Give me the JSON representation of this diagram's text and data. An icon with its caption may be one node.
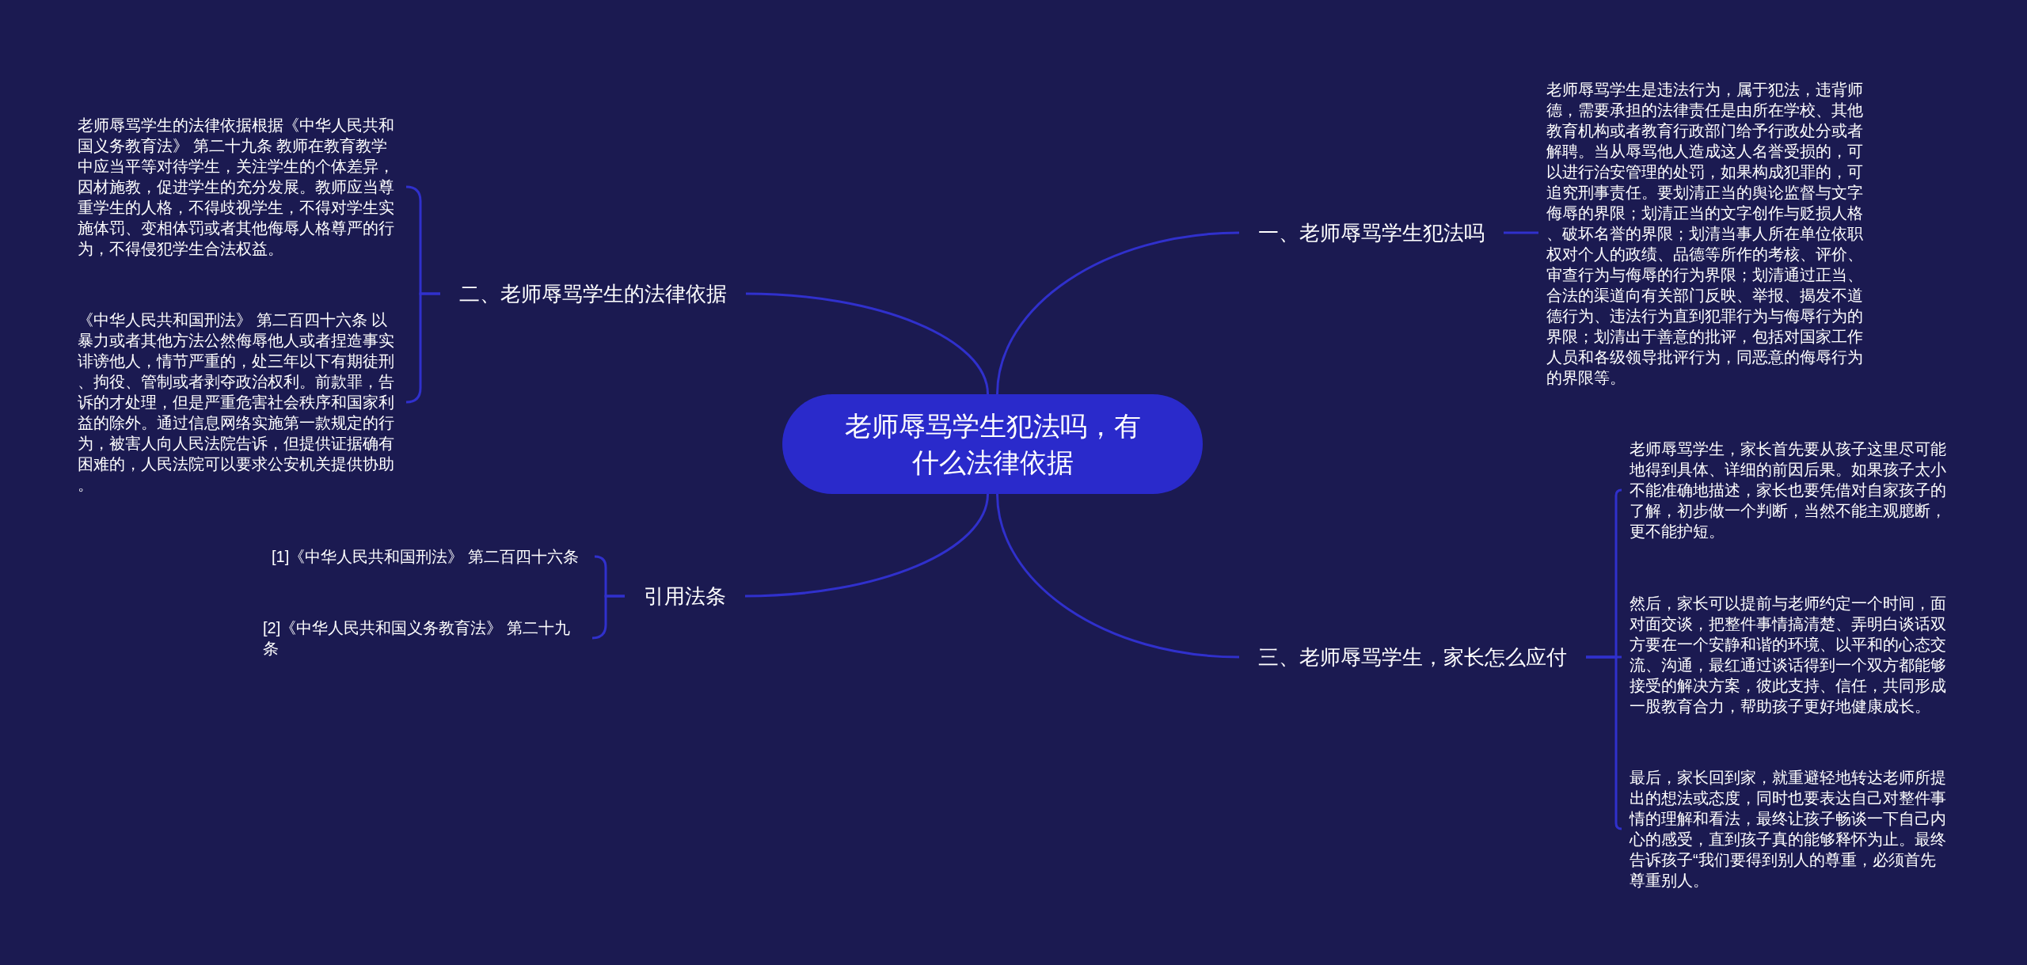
{
  "diagram": {
    "nodes": [
      {
        "text": [
          "老师辱骂学生犯法吗，有什么法律依据"
        ]
      },
      {
        "text": [
          "一、老师辱骂学生犯法吗"
        ]
      },
      {
        "text": [
          "老师辱骂学生是违法行为，属于犯法，违背师德，需要承担的法律责任是由所在学校、其他教育机构或者教育行政部门给予行政处分或者解聘。当从辱骂他人造成这人名誉受损的，可以进行治安管理的处罚，如果构成犯罪的，可追究刑事责任。要划清正当的舆论监督与文字侮辱的界限；划清正当的文字创作与贬损人格、破坏名誉的界限；划清当事人所在单位依职权对个人的政绩、品德等所作的考核、评价、审查行为与侮辱的行为界限；划清通过正当、合法的渠道向有关部门反映、举报、揭发不道德行为、违法行为直到犯罪行为与侮辱行为的界限；划清出于善意的批评，包括对国家工作人员和各级领导批评行为，同恶意的侮辱行为的界限等。"
        ]
      },
      {
        "text": [
          "二、老师辱骂学生的法律依据"
        ]
      },
      {
        "text": [
          "老师辱骂学生的法律依据根据《中华人民共和国义务教育法》 第二十九条 教师在教育教学中应当平等对待学生，关注学生的个体差异，因材施教，促进学生的充分发展。教师应当尊重学生的人格，不得歧视学生，不得对学生实施体罚、变相体罚或者其他侮辱人格尊严的行为，不得侵犯学生合法权益。"
        ]
      },
      {
        "text": [
          "《中华人民共和国刑法》 第二百四十六条 以暴力或者其他方法公然侮辱他人或者捏造事实诽谤他人，情节严重的，处三年以下有期徒刑、拘役、管制或者剥夺政治权利。前款罪，告诉的才处理，但是严重危害社会秩序和国家利益的除外。通过信息网络实施第一款规定的行为，被害人向人民法院告诉，但提供证据确有困难的，人民法院可以要求公安机关提供协助。"
        ]
      },
      {
        "text": [
          "三、老师辱骂学生，家长怎么应付"
        ]
      },
      {
        "text": [
          "老师辱骂学生，家长首先要从孩子这里尽可能地得到具体、详细的前因后果。如果孩子太小不能准确地描述，家长也要凭借对自家孩子的了解，初步做一个判断，当然不能主观臆断，更不能护短。"
        ]
      },
      {
        "text": [
          "然后，家长可以提前与老师约定一个时间，面对面交谈，把整件事情搞清楚、弄明白谈话双方要在一个安静和谐的环境、以平和的心态交流、沟通，最红通过谈话得到一个双方都能够接受的解决方案，彼此支持、信任，共同形成一股教育合力，帮助孩子更好地健康成长。"
        ]
      },
      {
        "text": [
          "最后，家长回到家，就重避轻地转达老师所提出的想法或态度，同时也要表达自己对整件事情的理解和看法，最终让孩子畅谈一下自己内心的感受，直到孩子真的能够释怀为止。最终告诉孩子“我们要得到别人的尊重，必须首先尊重别人。"
        ]
      },
      {
        "text": [
          "引用法条"
        ]
      },
      {
        "text": [
          "[1]《中华人民共和国刑法》 第二百四十六条"
        ]
      },
      {
        "text": [
          "[2]《中华人民共和国义务教育法》 第二十九条"
        ]
      }
    ],
    "edges": [
      {
        "from": 0,
        "to": 1,
        "arrow": "none"
      },
      {
        "from": 1,
        "to": 2,
        "arrow": "none"
      },
      {
        "from": 0,
        "to": 3,
        "arrow": "none"
      },
      {
        "from": 3,
        "to": 4,
        "arrow": "none"
      },
      {
        "from": 3,
        "to": 5,
        "arrow": "none"
      },
      {
        "from": 0,
        "to": 6,
        "arrow": "none"
      },
      {
        "from": 6,
        "to": 7,
        "arrow": "none"
      },
      {
        "from": 6,
        "to": 8,
        "arrow": "none"
      },
      {
        "from": 6,
        "to": 9,
        "arrow": "none"
      },
      {
        "from": 0,
        "to": 10,
        "arrow": "none"
      },
      {
        "from": 10,
        "to": 11,
        "arrow": "none"
      },
      {
        "from": 10,
        "to": 12,
        "arrow": "none"
      }
    ]
  }
}
